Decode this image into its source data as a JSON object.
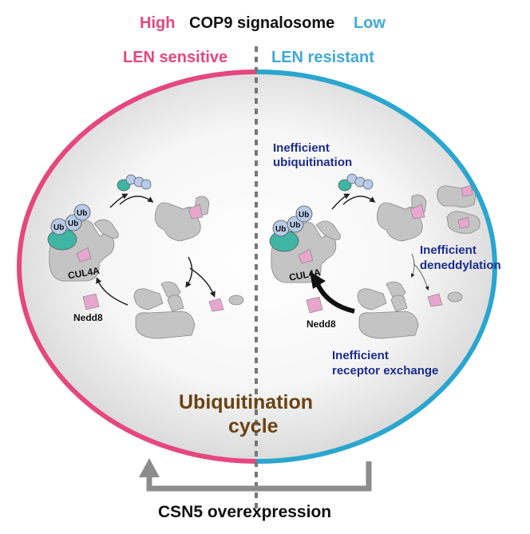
{
  "header": {
    "high": "High",
    "csn": "COP9 signalosome",
    "low": "Low"
  },
  "left_title": "LEN sensitive",
  "right_title": "LEN resistant",
  "left_panel": {
    "ub1": "Ub",
    "ub2": "Ub",
    "ub3": "Ub",
    "cul4a": "CUL4A",
    "nedd8": "Nedd8"
  },
  "right_panel": {
    "ub1": "Ub",
    "ub2": "Ub",
    "ub3": "Ub",
    "cul4a": "CUL4A",
    "nedd8": "Nedd8",
    "ineff_ubiq_line1": "Inefficient",
    "ineff_ubiq_line2": "ubiquitination",
    "ineff_dened_line1": "Inefficient",
    "ineff_dened_line2": "deneddylation",
    "ineff_rec_line1": "Inefficient",
    "ineff_rec_line2": "receptor exchange"
  },
  "cycle": {
    "line1": "Ubiquitination",
    "line2": "cycle"
  },
  "footer": "CSN5 overexpression",
  "colors": {
    "pink": "#e5477e",
    "blue": "#2aa6cf",
    "navy": "#1a2c8c",
    "brown": "#6b4212",
    "gray": "#c4c4c4",
    "teal": "#3fb6a4",
    "lightblue": "#b7cbeb",
    "violet": "#e8a6cf"
  }
}
